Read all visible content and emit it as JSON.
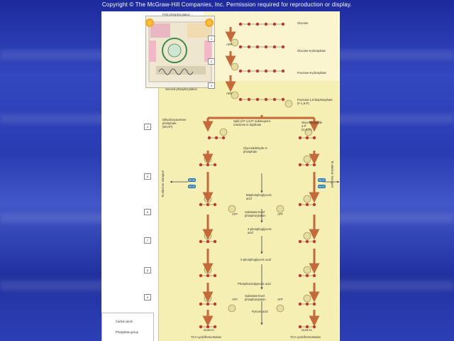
{
  "copyright": "Copyright © The McGraw-Hill Companies, Inc. Permission required for reproduction or display.",
  "labels": {
    "first_phosphorylation": "First phosphorylation",
    "glucose": "Glucose",
    "g6p": "Glucose-6-phosphate",
    "f6p": "Fructose-6-phosphate",
    "second_phosphorylation": "Second phosphorylation",
    "fbp": "Fructose-1,6-bisphosphate\n(F-1,6-P)",
    "dhap": "Dihydroxyacetone\nphosphate\n(DHAP)",
    "split": "Split of F-1,6-P; subsequent\nreactions in duplicate",
    "g3p_side": "Glyceraldehyde\n3-P\n(G-3-P)",
    "g3p": "Glyceraldehyde-3-\nphosphate",
    "to_elec_left": "To electron transport",
    "to_elec_right": "To electron transport",
    "bpg": "Bisphosphoglyceric\nacid",
    "slp1": "Substrate-level\nphosphorylation",
    "pga3": "3-phosphoglyceric\nacid",
    "pga2": "2-phosphoglyceric acid",
    "pep": "Phosphoenolpyruvic acid",
    "slp2": "Substrate-level\nphosphorylation",
    "pyruvic": "Pyruvic acid",
    "goes_left": "Goes to",
    "goes_right": "Goes to",
    "tca_left": "TCA cycle/fermentation",
    "tca_right": "TCA cycle/fermentation",
    "legend_carbon": "Carbon atom",
    "legend_phosphate": "Phosphate group"
  },
  "steps": {
    "s1": "1",
    "s2": "2",
    "s3": "3",
    "l4": "4",
    "l5": "5",
    "l6": "6",
    "l7": "7",
    "l8": "8",
    "l9": "9"
  },
  "nad": "NAD",
  "atp": "ATP",
  "adp": "ADP",
  "colors": {
    "carbon": "#c0392b",
    "arrow": "#c46a3a",
    "phosphate": "#e7dca0"
  }
}
